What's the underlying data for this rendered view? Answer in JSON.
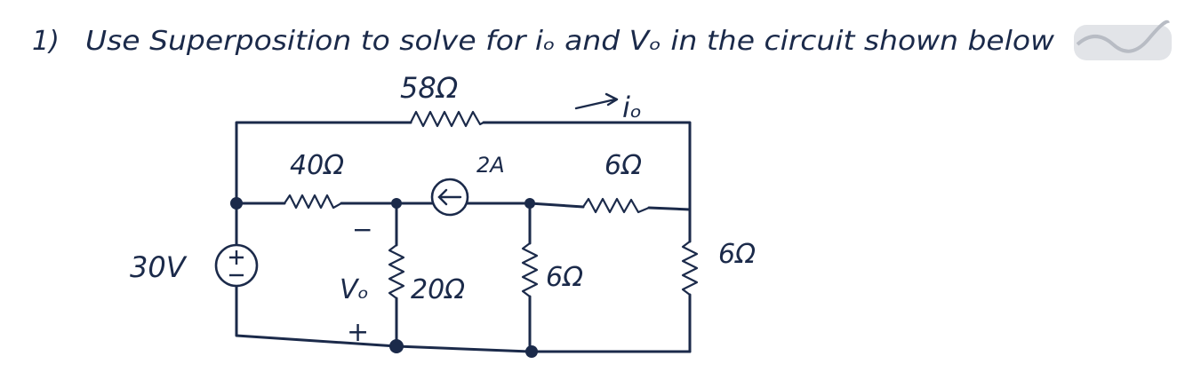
{
  "problem": {
    "number": "1)",
    "statement": "Use Superposition to solve for iₒ and Vₒ in the circuit shown below"
  },
  "circuit": {
    "labels": {
      "r_top": "58Ω",
      "r_left_horizontal": "40Ω",
      "current_source": "2A",
      "r_right_horizontal": "6Ω",
      "voltage_source": "30V",
      "vo": "Vₒ",
      "vo_minus": "−",
      "vo_plus": "+",
      "r_middle_vertical": "20Ω",
      "r_right_vertical": "6Ω",
      "r_far_right_vertical": "6Ω",
      "io": "iₒ"
    },
    "colors": {
      "ink": "#1b2a4a"
    }
  }
}
